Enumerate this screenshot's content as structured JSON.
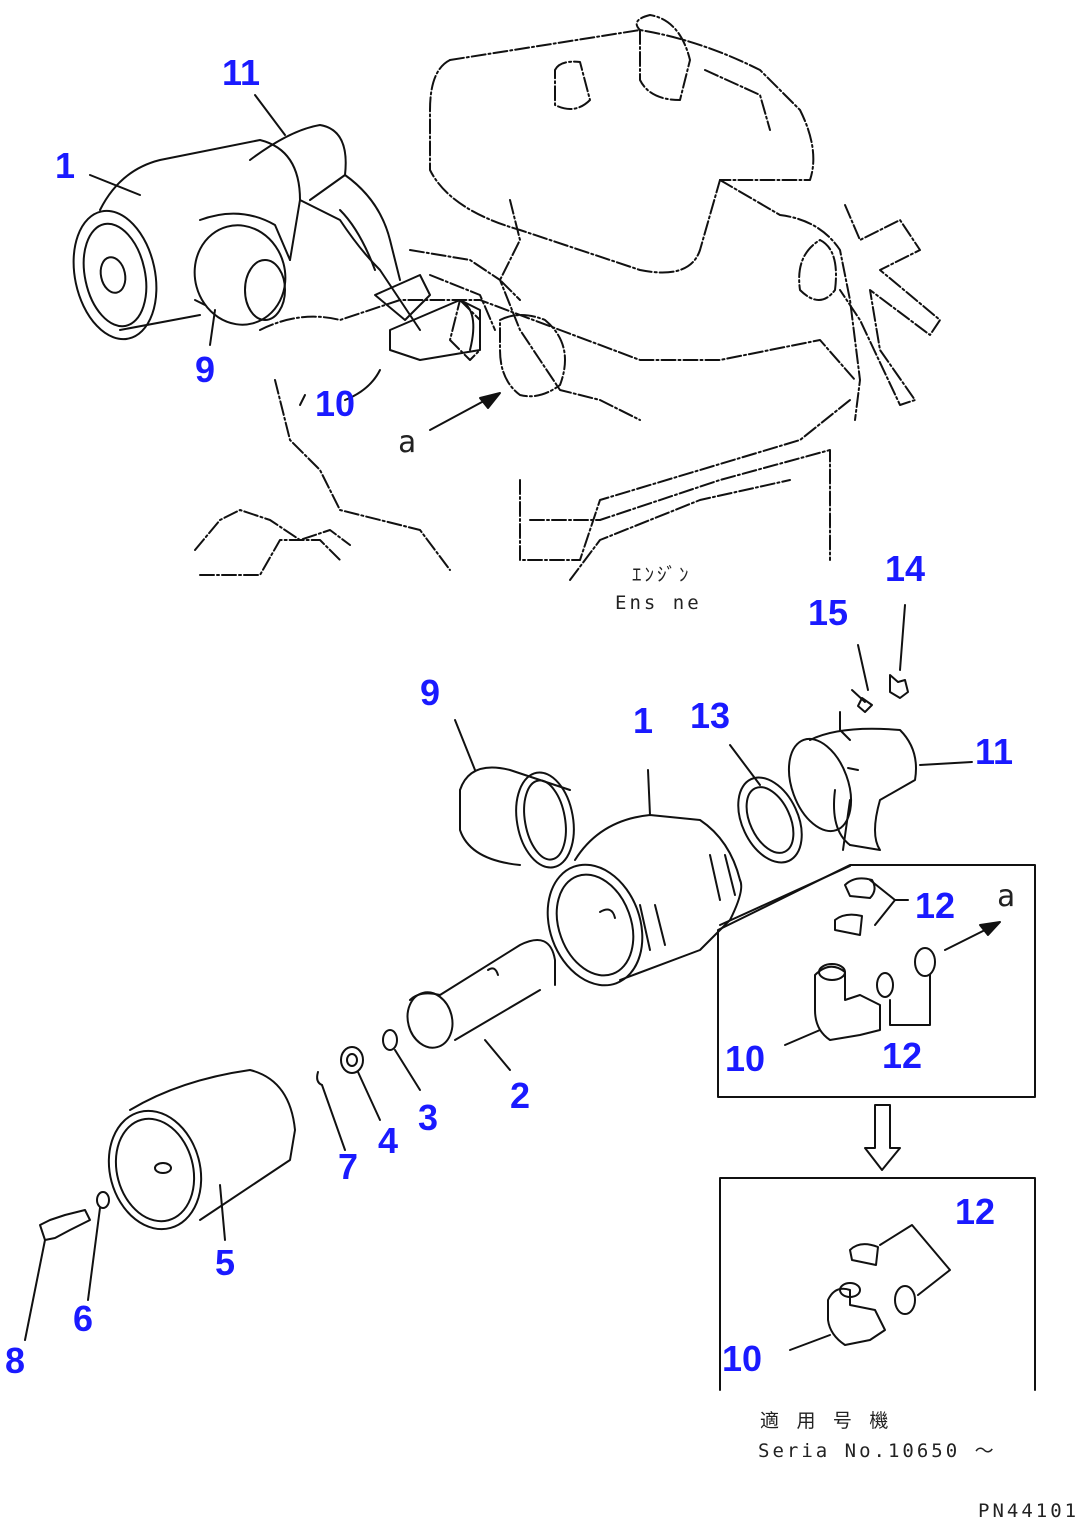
{
  "labels": {
    "engine_jp": "ｴﾝｼﾞﾝ",
    "engine": "Ens ne",
    "serial_jp": "適 用 号 機",
    "serial": "Seria   No.10650 ～",
    "drawing_code": "PN44101",
    "arrow_a": "a"
  },
  "callouts": {
    "p1_top": "1",
    "p11_top": "11",
    "p9_top": "9",
    "p10_top": "10",
    "p14": "14",
    "p15": "15",
    "p9": "9",
    "p1": "1",
    "p13": "13",
    "p11": "11",
    "p12_a": "12",
    "p10_a": "10",
    "p12_b": "12",
    "p2": "2",
    "p3": "3",
    "p4": "4",
    "p7": "7",
    "p5": "5",
    "p6": "6",
    "p8": "8",
    "p12_c": "12",
    "p10_c": "10"
  },
  "colors": {
    "callout": "#1a1aff",
    "linework": "#111111"
  }
}
